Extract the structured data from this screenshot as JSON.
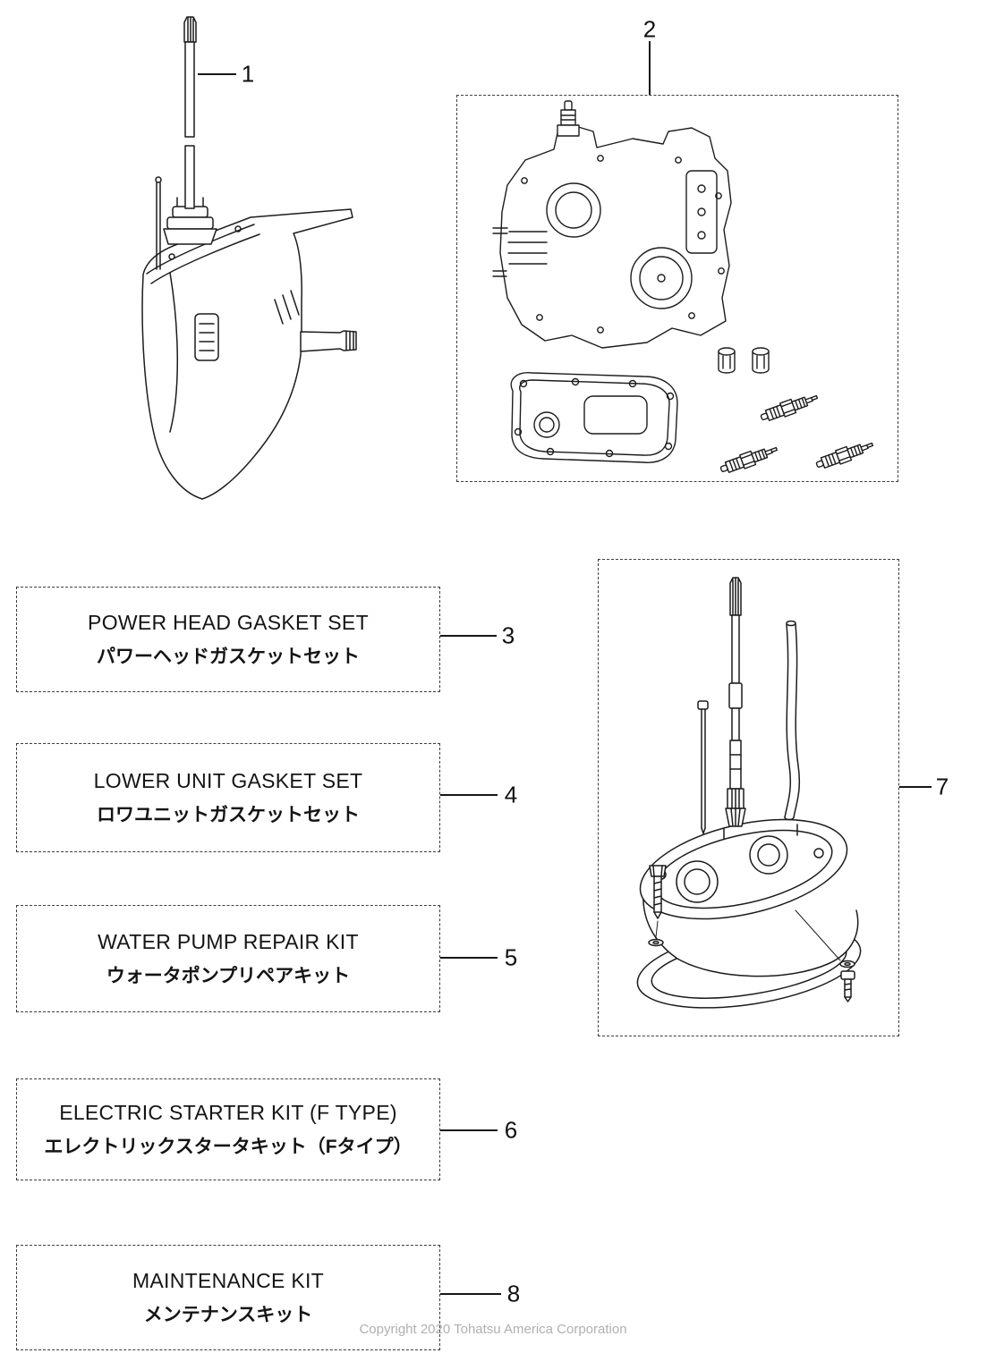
{
  "page": {
    "copyright": "Copyright 2020 Tohatsu America Corporation",
    "colors": {
      "line": "#1c1c1c",
      "text": "#141414",
      "watermark": "#b0b0b0"
    }
  },
  "figures": {
    "drive_shaft_lower_unit": {
      "callout": "1"
    },
    "power_head_kit": {
      "callout": "2"
    },
    "lower_unit_kit": {
      "callout": "7"
    }
  },
  "kits": [
    {
      "callout": "3",
      "title_en": "POWER HEAD GASKET SET",
      "title_ja": "パワーヘッドガスケットセット"
    },
    {
      "callout": "4",
      "title_en": "LOWER UNIT GASKET SET",
      "title_ja": "ロワユニットガスケットセット"
    },
    {
      "callout": "5",
      "title_en": "WATER PUMP REPAIR KIT",
      "title_ja": "ウォータポンプリペアキット"
    },
    {
      "callout": "6",
      "title_en": "ELECTRIC STARTER KIT (F TYPE)",
      "title_ja": "エレクトリックスタータキット（Fタイプ）"
    },
    {
      "callout": "8",
      "title_en": "MAINTENANCE KIT",
      "title_ja": "メンテナンスキット"
    }
  ]
}
